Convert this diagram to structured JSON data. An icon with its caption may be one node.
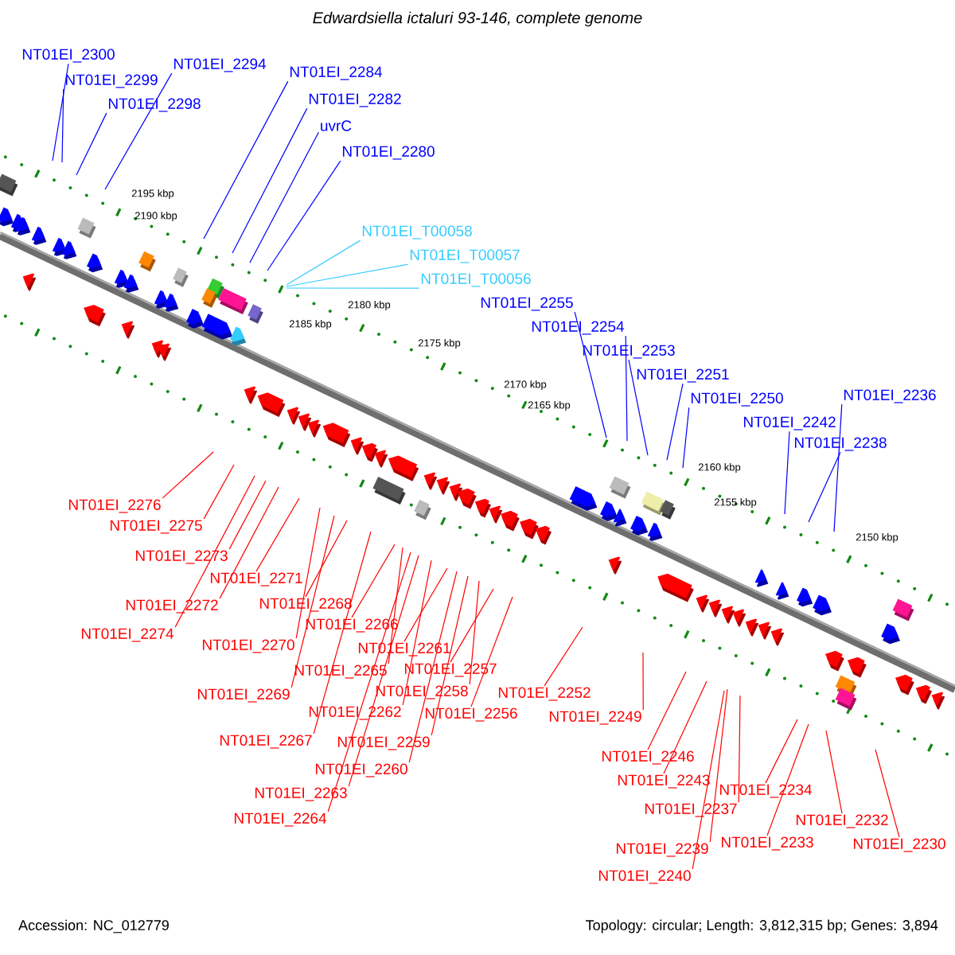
{
  "diagram": {
    "title": "Edwardsiella ictaluri 93-146, complete genome",
    "nodes": [
      {
        "text": [
          "NT01EI_2300"
        ]
      },
      {
        "text": [
          "NT01EI_2299"
        ]
      },
      {
        "text": [
          "NT01EI_2294"
        ]
      },
      {
        "text": [
          "NT01EI_2298"
        ]
      },
      {
        "text": [
          "NT01EI_2284"
        ]
      },
      {
        "text": [
          "NT01EI_2282"
        ]
      },
      {
        "text": [
          "uvrC"
        ]
      },
      {
        "text": [
          "NT01EI_2280"
        ]
      },
      {
        "text": [
          "NT01EI_T00058"
        ]
      },
      {
        "text": [
          "NT01EI_T00057"
        ]
      },
      {
        "text": [
          "NT01EI_T00056"
        ]
      },
      {
        "text": [
          "NT01EI_2255"
        ]
      },
      {
        "text": [
          "NT01EI_2254"
        ]
      },
      {
        "text": [
          "NT01EI_2253"
        ]
      },
      {
        "text": [
          "NT01EI_2251"
        ]
      },
      {
        "text": [
          "NT01EI_2236"
        ]
      },
      {
        "text": [
          "NT01EI_2250"
        ]
      },
      {
        "text": [
          "NT01EI_2242"
        ]
      },
      {
        "text": [
          "NT01EI_2238"
        ]
      },
      {
        "text": [
          "NT01EI_2276"
        ]
      },
      {
        "text": [
          "NT01EI_2275"
        ]
      },
      {
        "text": [
          "NT01EI_2273"
        ]
      },
      {
        "text": [
          "NT01EI_2271"
        ]
      },
      {
        "text": [
          "NT01EI_2268"
        ]
      },
      {
        "text": [
          "NT01EI_2272"
        ]
      },
      {
        "text": [
          "NT01EI_2266"
        ]
      },
      {
        "text": [
          "NT01EI_2274"
        ]
      },
      {
        "text": [
          "NT01EI_2270"
        ]
      },
      {
        "text": [
          "NT01EI_2261"
        ]
      },
      {
        "text": [
          "NT01EI_2257"
        ]
      },
      {
        "text": [
          "NT01EI_2265"
        ]
      },
      {
        "text": [
          "NT01EI_2258"
        ]
      },
      {
        "text": [
          "NT01EI_2252"
        ]
      },
      {
        "text": [
          "NT01EI_2269"
        ]
      },
      {
        "text": [
          "NT01EI_2262"
        ]
      },
      {
        "text": [
          "NT01EI_2256"
        ]
      },
      {
        "text": [
          "NT01EI_2249"
        ]
      },
      {
        "text": [
          "NT01EI_2267"
        ]
      },
      {
        "text": [
          "NT01EI_2259"
        ]
      },
      {
        "text": [
          "NT01EI_2246"
        ]
      },
      {
        "text": [
          "NT01EI_2260"
        ]
      },
      {
        "text": [
          "NT01EI_2243"
        ]
      },
      {
        "text": [
          "NT01EI_2234"
        ]
      },
      {
        "text": [
          "NT01EI_2263"
        ]
      },
      {
        "text": [
          "NT01EI_2237"
        ]
      },
      {
        "text": [
          "NT01EI_2264"
        ]
      },
      {
        "text": [
          "NT01EI_2232"
        ]
      },
      {
        "text": [
          "NT01EI_2233"
        ]
      },
      {
        "text": [
          "NT01EI_2230"
        ]
      },
      {
        "text": [
          "NT01EI_2239"
        ]
      },
      {
        "text": [
          "NT01EI_2240"
        ]
      }
    ],
    "edges": [
      {
        "from": 0,
        "to": null,
        "arrow": "none",
        "color": "#0000ff"
      },
      {
        "from": 1,
        "to": null,
        "arrow": "none",
        "color": "#0000ff"
      },
      {
        "from": 2,
        "to": null,
        "arrow": "none",
        "color": "#0000ff"
      },
      {
        "from": 3,
        "to": null,
        "arrow": "none",
        "color": "#0000ff"
      },
      {
        "from": 4,
        "to": null,
        "arrow": "none",
        "color": "#0000ff"
      },
      {
        "from": 5,
        "to": null,
        "arrow": "none",
        "color": "#0000ff"
      },
      {
        "from": 6,
        "to": null,
        "arrow": "none",
        "color": "#0000ff"
      },
      {
        "from": 7,
        "to": null,
        "arrow": "none",
        "color": "#0000ff"
      },
      {
        "from": 8,
        "to": null,
        "arrow": "none",
        "color": "#33ccff"
      },
      {
        "from": 9,
        "to": null,
        "arrow": "none",
        "color": "#33ccff"
      },
      {
        "from": 10,
        "to": null,
        "arrow": "none",
        "color": "#33ccff"
      },
      {
        "from": 11,
        "to": null,
        "arrow": "none",
        "color": "#0000ff"
      },
      {
        "from": 12,
        "to": null,
        "arrow": "none",
        "color": "#0000ff"
      },
      {
        "from": 13,
        "to": null,
        "arrow": "none",
        "color": "#0000ff"
      },
      {
        "from": 14,
        "to": null,
        "arrow": "none",
        "color": "#0000ff"
      },
      {
        "from": 15,
        "to": null,
        "arrow": "none",
        "color": "#0000ff"
      },
      {
        "from": 16,
        "to": null,
        "arrow": "none",
        "color": "#0000ff"
      },
      {
        "from": 17,
        "to": null,
        "arrow": "none",
        "color": "#0000ff"
      },
      {
        "from": 18,
        "to": null,
        "arrow": "none",
        "color": "#0000ff"
      },
      {
        "from": 19,
        "to": null,
        "arrow": "none"
      },
      {
        "from": 20,
        "to": null,
        "arrow": "none"
      },
      {
        "from": 21,
        "to": null,
        "arrow": "none"
      },
      {
        "from": 22,
        "to": null,
        "arrow": "none"
      },
      {
        "from": 23,
        "to": null,
        "arrow": "none"
      },
      {
        "from": 24,
        "to": null,
        "arrow": "none"
      },
      {
        "from": 25,
        "to": null,
        "arrow": "none"
      },
      {
        "from": 26,
        "to": null,
        "arrow": "none"
      },
      {
        "from": 27,
        "to": null,
        "arrow": "none"
      },
      {
        "from": 28,
        "to": null,
        "arrow": "none"
      },
      {
        "from": 29,
        "to": null,
        "arrow": "none"
      },
      {
        "from": 30,
        "to": null,
        "arrow": "none"
      },
      {
        "from": 31,
        "to": null,
        "arrow": "none"
      },
      {
        "from": 32,
        "to": null,
        "arrow": "none"
      },
      {
        "from": 33,
        "to": null,
        "arrow": "none"
      },
      {
        "from": 34,
        "to": null,
        "arrow": "none"
      },
      {
        "from": 35,
        "to": null,
        "arrow": "none"
      },
      {
        "from": 36,
        "to": null,
        "arrow": "none"
      },
      {
        "from": 37,
        "to": null,
        "arrow": "none"
      },
      {
        "from": 38,
        "to": null,
        "arrow": "none"
      },
      {
        "from": 39,
        "to": null,
        "arrow": "none"
      },
      {
        "from": 40,
        "to": null,
        "arrow": "none"
      },
      {
        "from": 41,
        "to": null,
        "arrow": "none"
      },
      {
        "from": 42,
        "to": null,
        "arrow": "none"
      },
      {
        "from": 43,
        "to": null,
        "arrow": "none"
      },
      {
        "from": 44,
        "to": null,
        "arrow": "none"
      },
      {
        "from": 45,
        "to": null,
        "arrow": "none"
      },
      {
        "from": 46,
        "to": null,
        "arrow": "none"
      },
      {
        "from": 47,
        "to": null,
        "arrow": "none"
      },
      {
        "from": 48,
        "to": null,
        "arrow": "none"
      },
      {
        "from": 49,
        "to": null,
        "arrow": "none"
      },
      {
        "from": 50,
        "to": null,
        "arrow": "none"
      }
    ],
    "labels": [
      "2195 kbp",
      "2190 kbp",
      "2185 kbp",
      "2180 kbp",
      "2175 kbp",
      "2170 kbp",
      "2165 kbp",
      "2160 kbp",
      "2155 kbp",
      "2150 kbp",
      "Accession: NC_012779",
      "Topology: circular; Length: 3,812,315 bp; Genes: 3,894"
    ]
  }
}
